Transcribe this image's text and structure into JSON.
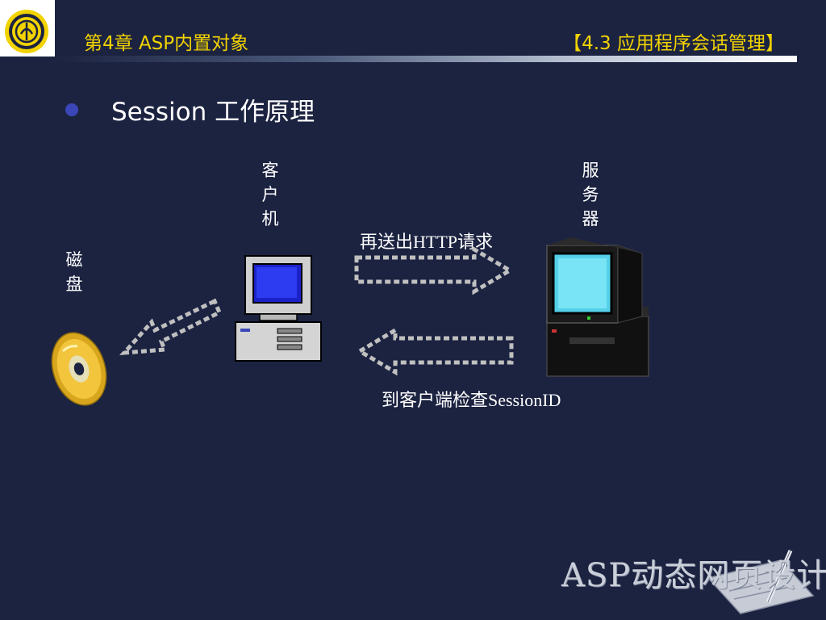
{
  "header": {
    "chapter": "第4章  ASP内置对象",
    "section": "【4.3 应用程序会话管理】"
  },
  "slide": {
    "title": "Session 工作原理"
  },
  "diagram": {
    "disk_label": [
      "磁",
      "盘"
    ],
    "client_label": [
      "客",
      "户",
      "机"
    ],
    "server_label": [
      "服",
      "务",
      "器"
    ],
    "request_label": "再送出HTTP请求",
    "check_label": "到客户端检查SessionID"
  },
  "watermark": "ASP动态网页设计",
  "colors": {
    "background": "#1c2341",
    "header_text": "#f2d300",
    "bullet": "#3b47b8",
    "arrow_dash": "#c0c0c0"
  }
}
